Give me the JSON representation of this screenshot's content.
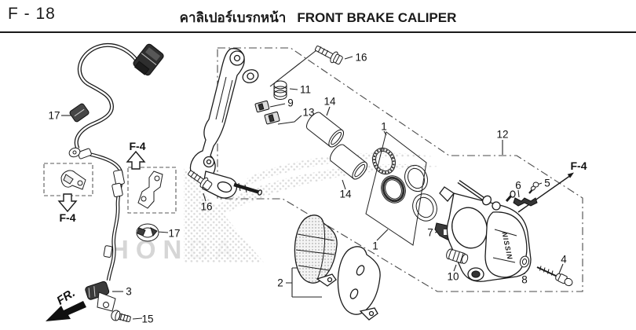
{
  "header": {
    "page_code": "F - 18",
    "title_thai": "คาลิเปอร์เบรกหน้า",
    "title_en": "FRONT BRAKE CALIPER"
  },
  "watermark": {
    "brand": "HONDA"
  },
  "caliper_brand": "NISSIN",
  "callouts": {
    "p1": "1",
    "p2": "2",
    "p3": "3",
    "p4": "4",
    "p5": "5",
    "p6": "6",
    "p7": "7",
    "p8": "8",
    "p9": "9",
    "p10": "10",
    "p11": "11",
    "p12": "12",
    "p13": "13",
    "p14": "14",
    "p15": "15",
    "p16": "16",
    "p17": "17",
    "f4": "F-4",
    "fr": "FR."
  }
}
